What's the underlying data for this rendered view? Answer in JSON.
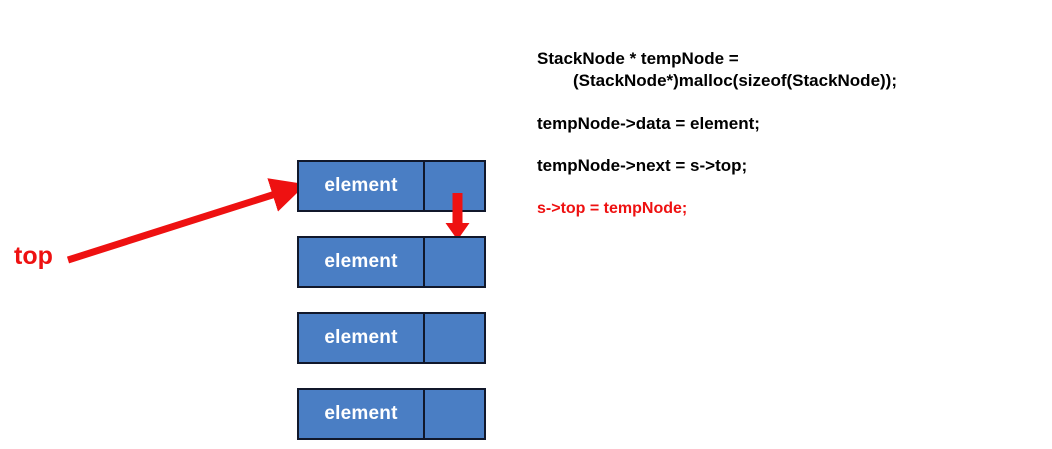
{
  "diagram": {
    "title": "Stack push operation diagram",
    "colors": {
      "node_fill": "#4a7ec4",
      "node_border": "#11182b",
      "node_text": "#ffffff",
      "arrow_red": "#ee1111",
      "code_text": "#000000",
      "background": "#ffffff"
    },
    "top_label": "top",
    "nodes": [
      {
        "label": "element"
      },
      {
        "label": "element"
      },
      {
        "label": "element"
      },
      {
        "label": "element"
      }
    ]
  },
  "code": {
    "lines": [
      {
        "text": "StackNode * tempNode =",
        "indented": false,
        "highlight": false,
        "paragraph_end": false
      },
      {
        "text": "(StackNode*)malloc(sizeof(StackNode));",
        "indented": true,
        "highlight": false,
        "paragraph_end": true
      },
      {
        "text": "tempNode->data = element;",
        "indented": false,
        "highlight": false,
        "paragraph_end": true
      },
      {
        "text": "tempNode->next = s->top;",
        "indented": false,
        "highlight": false,
        "paragraph_end": true
      },
      {
        "text": "s->top = tempNode;",
        "indented": false,
        "highlight": true,
        "paragraph_end": false
      }
    ]
  },
  "icons": {
    "top_pointer_arrow": "diagonal-arrow-icon",
    "next_pointer_arrow": "down-arrow-icon"
  }
}
